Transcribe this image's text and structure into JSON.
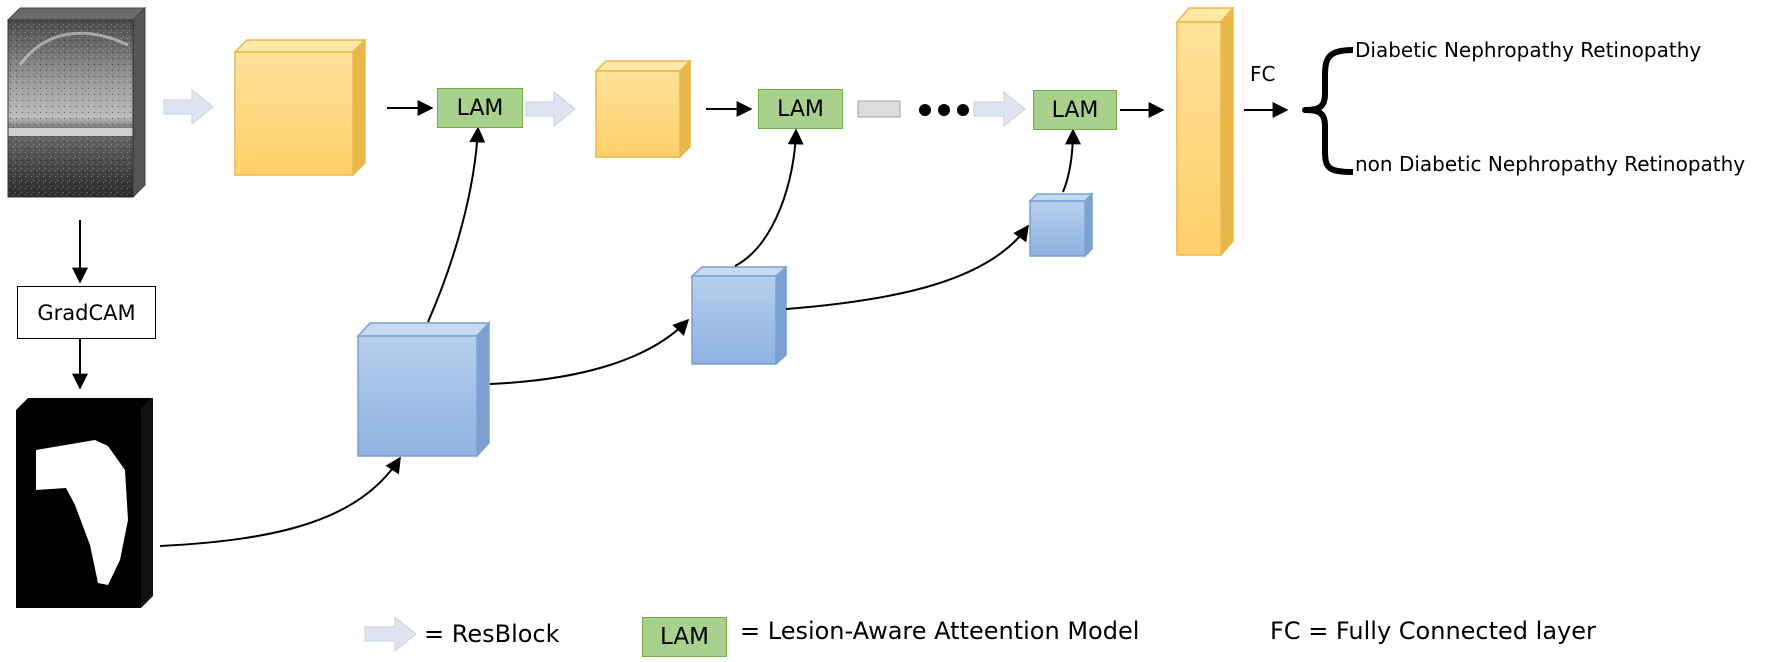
{
  "blocks": {
    "lam_label": "LAM",
    "gradcam_label": "GradCAM",
    "fc_label": "FC"
  },
  "outputs": {
    "class_positive": "Diabetic Nephropathy Retinopathy",
    "class_negative": "non Diabetic Nephropathy Retinopathy"
  },
  "legend": {
    "resblock_eq": "=  ResBlock",
    "lam_key": "LAM",
    "lam_eq": "=  Lesion-Aware Atteention Model",
    "fc_eq": "FC =  Fully Connected layer"
  },
  "colors": {
    "feature_map_face": "#ffd97a",
    "feature_map_edge": "#e8b84a",
    "mask_branch_face": "#a7c4e8",
    "mask_branch_edge": "#7aa1d1",
    "lam_fill": "#a9d18e",
    "lam_border": "#70ad47",
    "resblock_arrow": "#dde6f0"
  }
}
